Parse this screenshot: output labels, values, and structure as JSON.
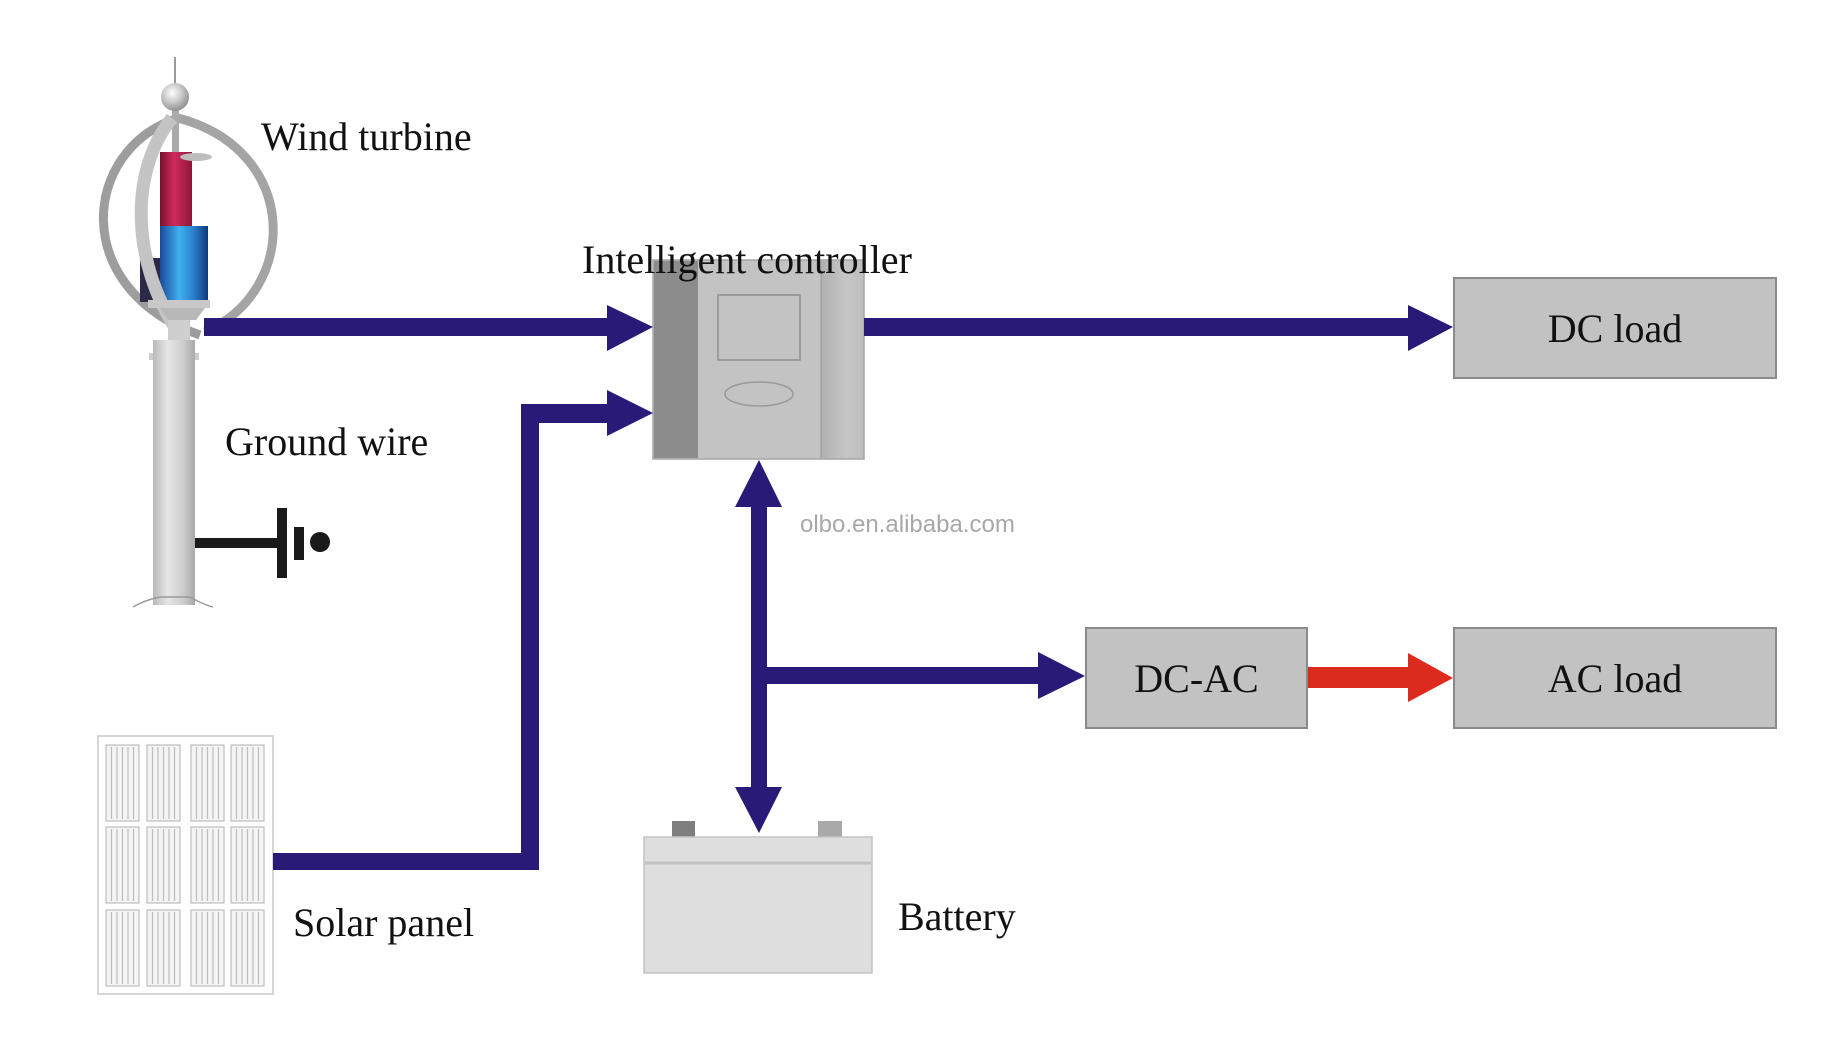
{
  "diagram": {
    "title": "Wind-solar hybrid power system",
    "colors": {
      "dc_flow": "#2a1a78",
      "ac_flow": "#dd2a1e",
      "box_fill": "#c2c2c2",
      "box_border": "#8a8a8a"
    },
    "labels": {
      "wind_turbine": "Wind turbine",
      "intelligent_controller": "Intelligent controller",
      "ground_wire": "Ground wire",
      "solar_panel": "Solar panel",
      "battery": "Battery"
    },
    "boxes": {
      "dc_load": "DC load",
      "dc_ac": "DC-AC",
      "ac_load": "AC load"
    },
    "watermark": "olbo.en.alibaba.com",
    "connections": [
      {
        "from": "Wind turbine",
        "to": "Intelligent controller",
        "type": "dc",
        "direction": "one-way"
      },
      {
        "from": "Solar panel",
        "to": "Intelligent controller",
        "type": "dc",
        "direction": "one-way"
      },
      {
        "from": "Intelligent controller",
        "to": "DC load",
        "type": "dc",
        "direction": "one-way"
      },
      {
        "from": "Intelligent controller",
        "to": "Battery",
        "type": "dc",
        "direction": "two-way"
      },
      {
        "from": "Intelligent controller",
        "to": "DC-AC",
        "type": "dc",
        "direction": "one-way"
      },
      {
        "from": "DC-AC",
        "to": "AC load",
        "type": "ac",
        "direction": "one-way"
      }
    ]
  }
}
